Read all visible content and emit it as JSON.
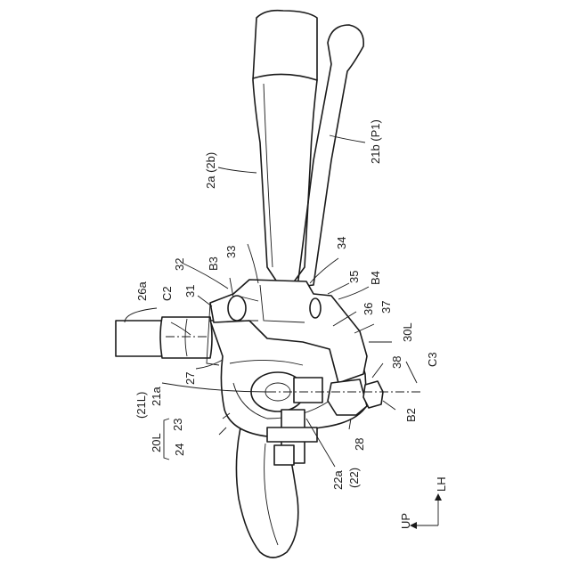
{
  "labels": {
    "grip": "2a (2b)",
    "lever": "21b (P1)",
    "cable": "26a",
    "c2": "C2",
    "n31": "31",
    "n32": "32",
    "b3": "B3",
    "n33": "33",
    "n34": "34",
    "n35": "35",
    "b4": "B4",
    "n36": "36",
    "n37": "37",
    "n30l": "30L",
    "n27": "27",
    "n21l": "(21L)",
    "n21a": "21a",
    "n23": "23",
    "n20l": "20L",
    "n24": "24",
    "n38": "38",
    "c3": "C3",
    "b2": "B2",
    "n28": "28",
    "n22a": "22a",
    "n22": "(22)",
    "up": "UP",
    "lh": "LH"
  }
}
